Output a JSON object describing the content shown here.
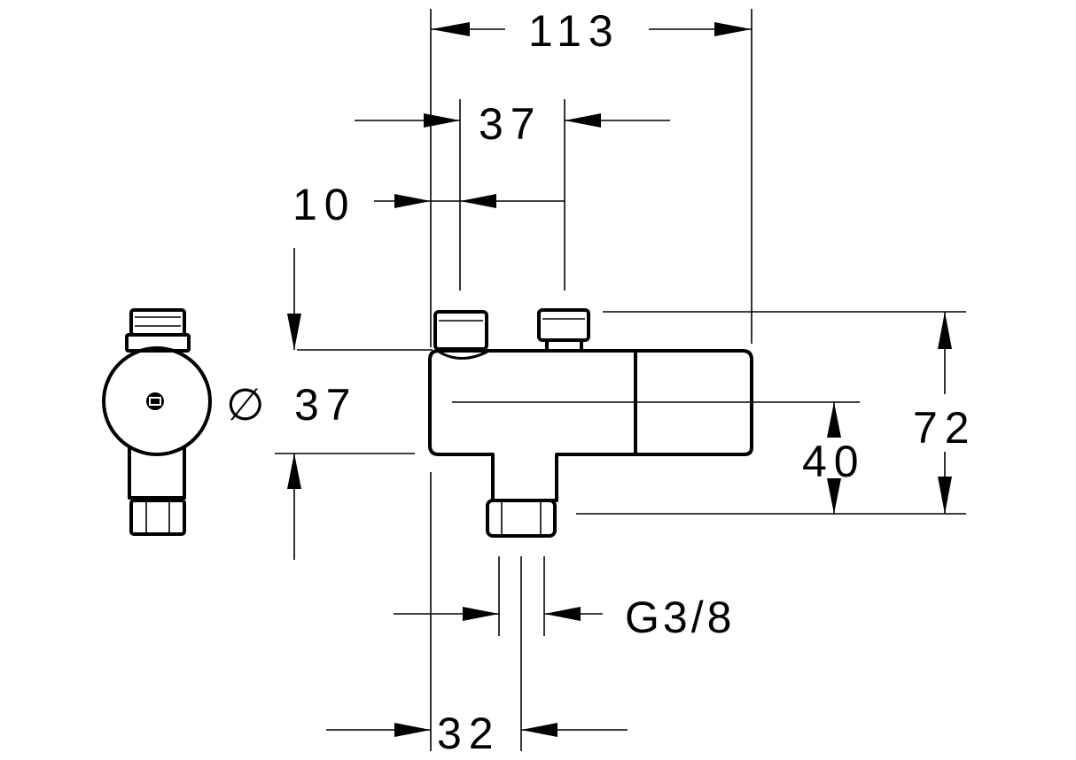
{
  "dimensions": {
    "total_length": "113",
    "inlet_spacing": "37",
    "inlet_offset": "10",
    "diameter_symbol": "∅",
    "diameter": "37",
    "total_height": "72",
    "outlet_height": "40",
    "outlet_thread": "G3/8",
    "outlet_offset": "32"
  }
}
